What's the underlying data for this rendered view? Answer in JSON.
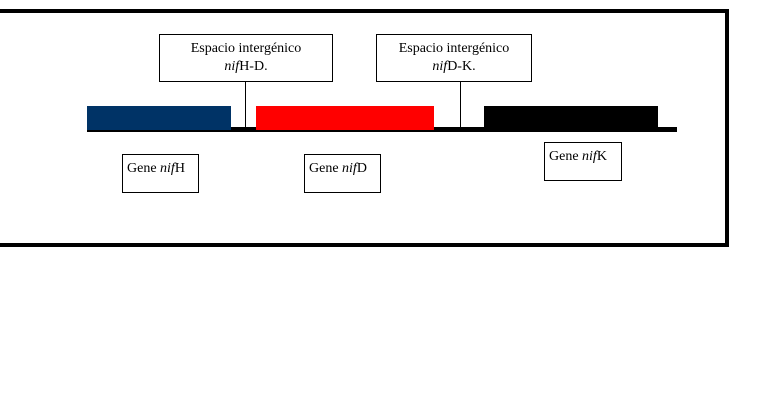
{
  "colors": {
    "nifH": "#003366",
    "nifD": "#ff0000",
    "nifK": "#000000"
  },
  "spacers": [
    {
      "line1": "Espacio intergénico",
      "gene_italic": "nif",
      "rest": "H-D."
    },
    {
      "line1": "Espacio intergénico",
      "gene_italic": "nif",
      "rest": "D-K."
    }
  ],
  "genes": [
    {
      "prefix": "Gene ",
      "italic": "nif",
      "suffix": "H"
    },
    {
      "prefix": "Gene ",
      "italic": "nif",
      "suffix": "D"
    },
    {
      "prefix": "Gene ",
      "italic": "nif",
      "suffix": "K"
    }
  ]
}
